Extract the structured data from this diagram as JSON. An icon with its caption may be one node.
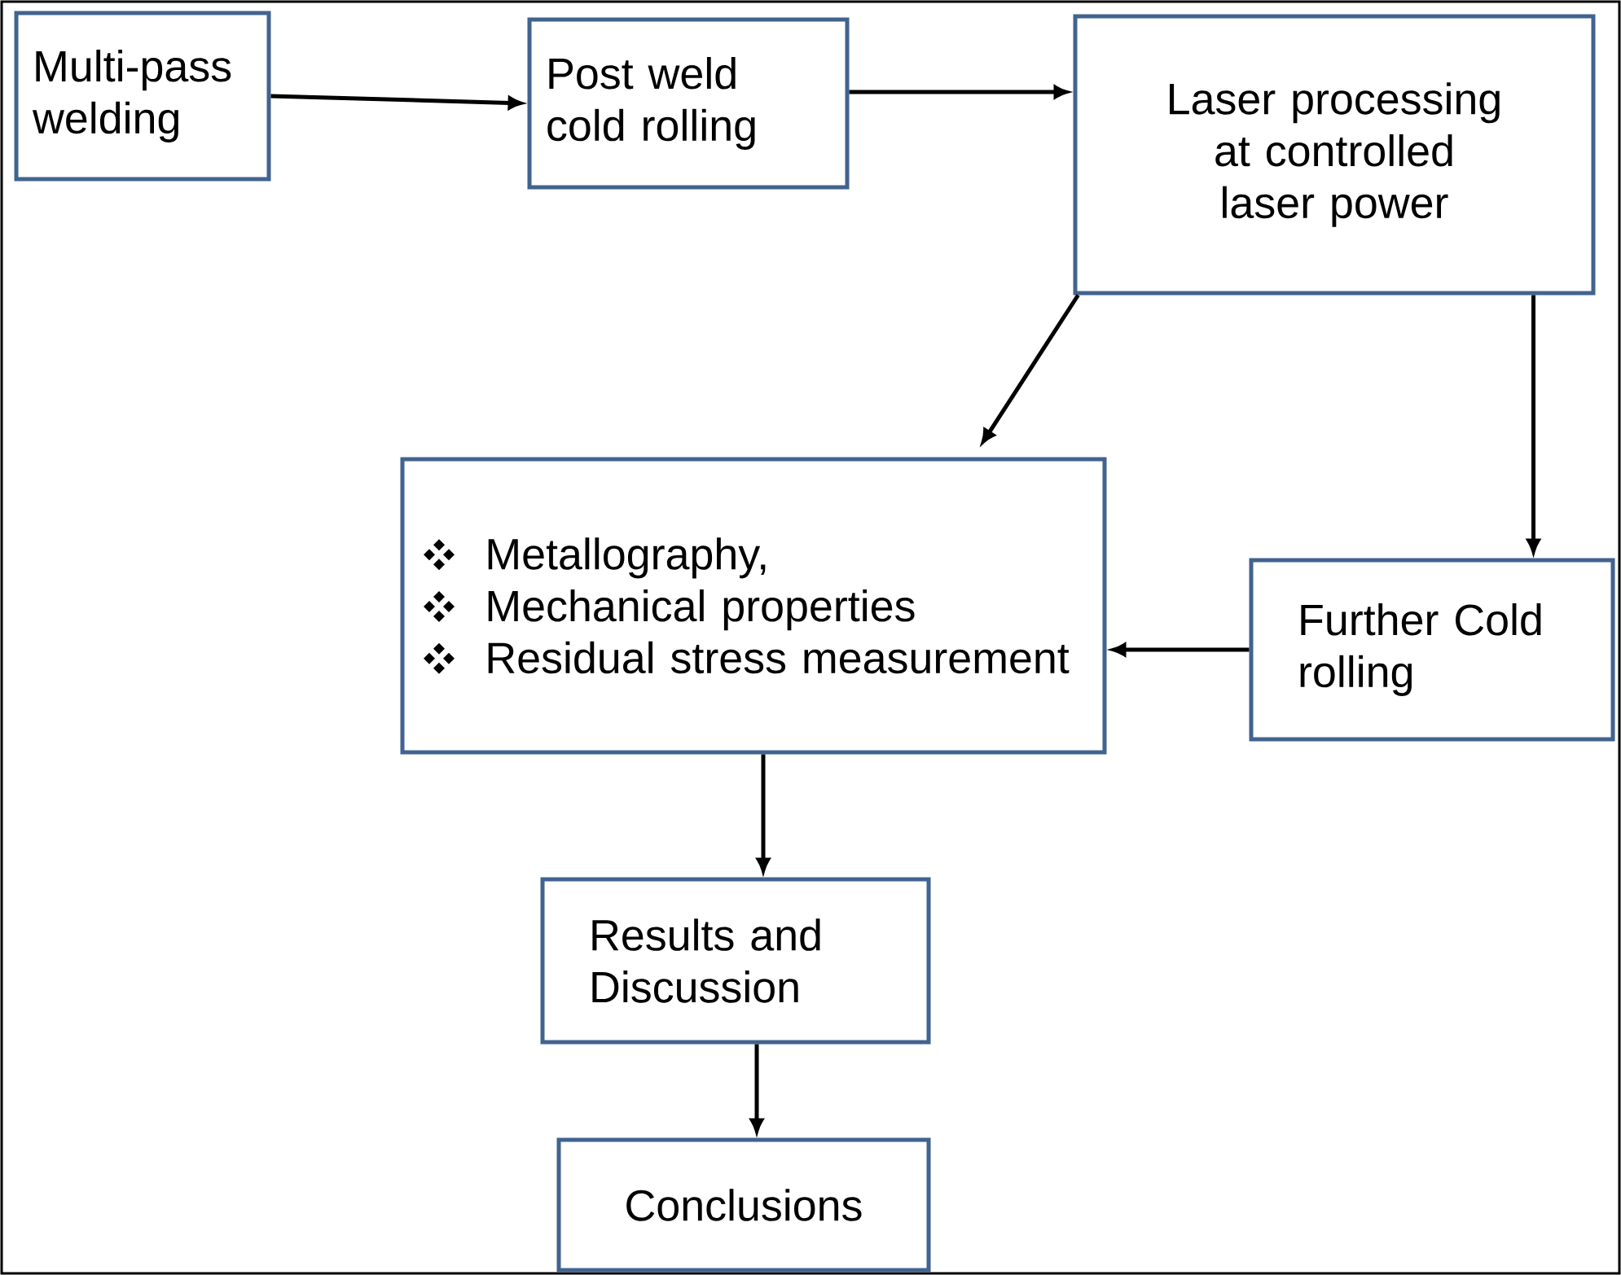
{
  "diagram": {
    "nodes": [
      {
        "text": [
          "Multi-pass welding"
        ]
      },
      {
        "text": [
          "Post weld cold rolling"
        ]
      },
      {
        "text": [
          "Laser processing at controlled laser power"
        ]
      },
      {
        "text": [
          "Metallography,",
          "Mechanical properties",
          "Residual stress measurement"
        ]
      },
      {
        "text": [
          "Further Cold rolling"
        ]
      },
      {
        "text": [
          "Results and Discussion"
        ]
      },
      {
        "text": [
          "Conclusions"
        ]
      }
    ],
    "edges": [
      {
        "from": 0,
        "to": 1,
        "arrow": "to"
      },
      {
        "from": 1,
        "to": 2,
        "arrow": "to"
      },
      {
        "from": 2,
        "to": 3,
        "arrow": "to"
      },
      {
        "from": 2,
        "to": 4,
        "arrow": "to"
      },
      {
        "from": 4,
        "to": 3,
        "arrow": "to"
      },
      {
        "from": 3,
        "to": 5,
        "arrow": "to"
      },
      {
        "from": 5,
        "to": 6,
        "arrow": "to"
      }
    ]
  }
}
